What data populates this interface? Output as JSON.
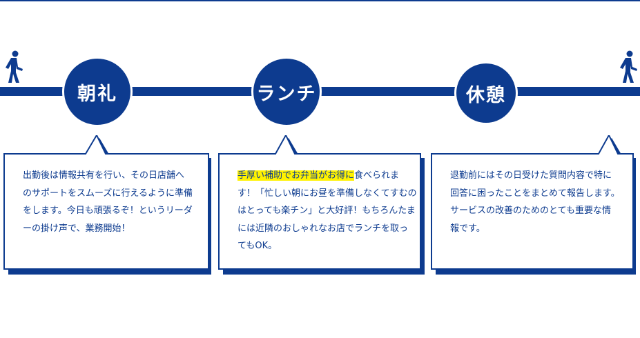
{
  "timeline": {
    "start_icon": "walking-person-icon",
    "end_icon": "walking-person-icon",
    "color": "#0d3b8f"
  },
  "nodes": [
    {
      "label": "朝礼"
    },
    {
      "label": "ランチ"
    },
    {
      "label": "休憩"
    }
  ],
  "cards": [
    {
      "lines": [
        "出勤後は情報共有を行い、その日店舗へ",
        "のサポートをスムーズに行えるように準備",
        "をします。今日も頑張るぞ！というリーダ",
        "ーの掛け声で、業務開始！"
      ]
    },
    {
      "highlight": "手厚い補助でお弁当がお得に",
      "first_line_rest": "食べられま",
      "lines": [
        "す！「忙しい朝にお昼を準備しなくてすむの",
        "はとっても楽チン」と大好評！もちろんたま",
        "には近隣のおしゃれなお店でランチを取っ",
        "てもOK。"
      ]
    },
    {
      "lines": [
        "退勤前にはその日受けた質問内容で特に",
        "回答に困ったことをまとめて報告します。",
        "サービスの改善のためのとても重要な情",
        "報です。"
      ]
    }
  ],
  "highlight_color": "#fff200"
}
